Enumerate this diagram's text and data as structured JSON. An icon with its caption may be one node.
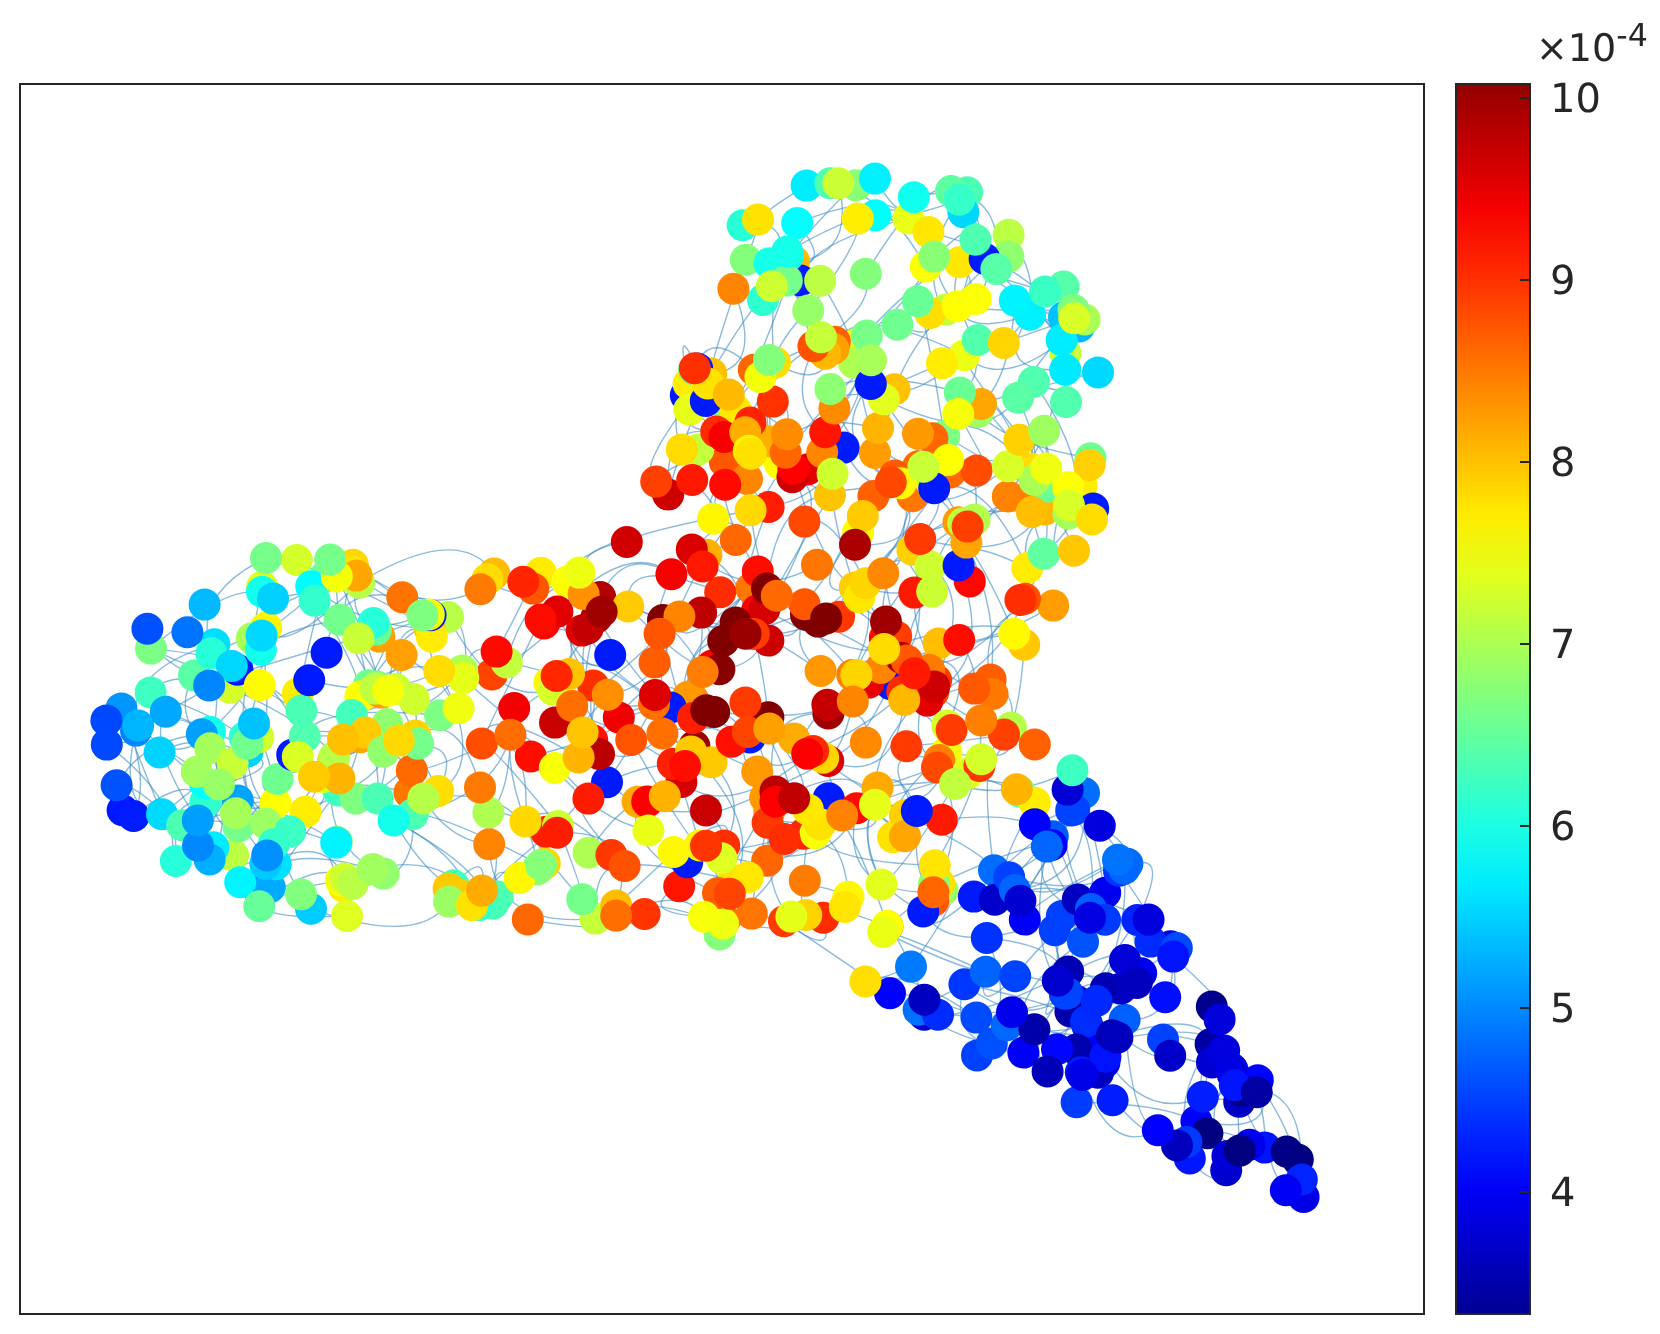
{
  "diagram": {
    "labels": [
      "×10$^{-4}$",
      "10",
      "9",
      "8",
      "7",
      "6",
      "5",
      "4"
    ]
  }
}
